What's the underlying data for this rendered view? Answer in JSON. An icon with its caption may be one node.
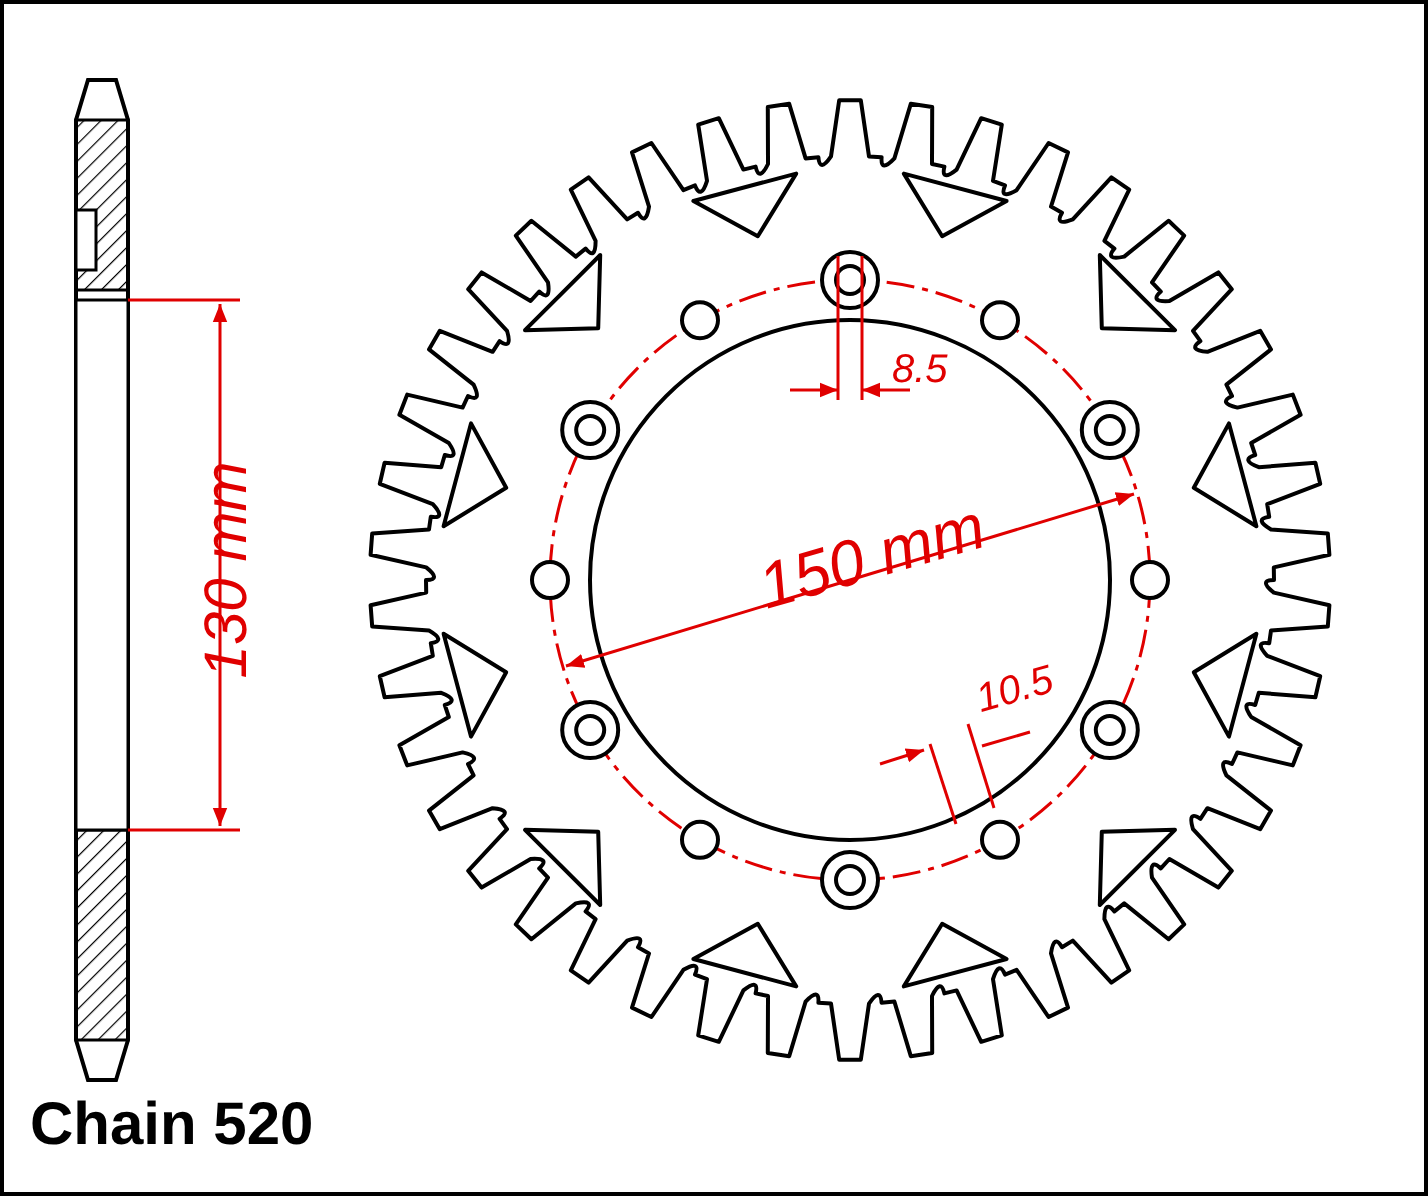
{
  "diagram": {
    "labels": [
      "8.5",
      "130 mm",
      "150 mm",
      "10.5",
      "Chain 520"
    ]
  }
}
